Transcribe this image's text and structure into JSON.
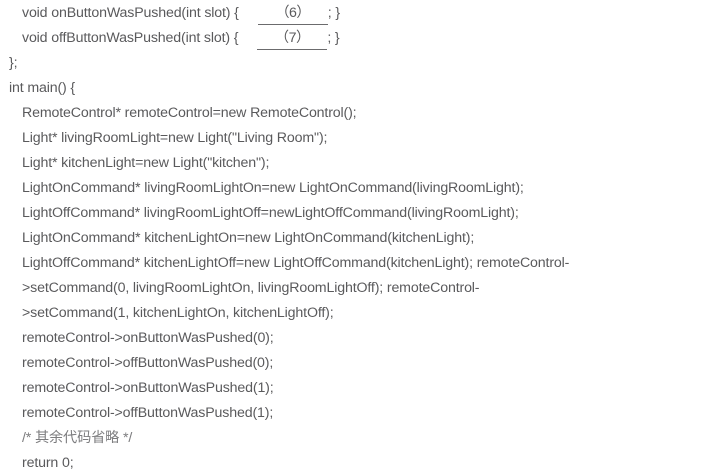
{
  "document": {
    "title": "Command Pattern C++ Code Exercise",
    "language": "cpp",
    "text_color": "#5a5a5c",
    "background_color": "#ffffff",
    "blank_rule_color": "#6b6b6d"
  },
  "lines": [
    {
      "id": "l1",
      "indent": 1,
      "before": "void onButtonWasPushed(int slot) {     ",
      "blank": "（6）",
      "after": "; }"
    },
    {
      "id": "l2",
      "indent": 1,
      "before": "void offButtonWasPushed(int slot) {     ",
      "blank": "（7）",
      "after": "; }"
    },
    {
      "id": "l3",
      "indent": 0,
      "text": "};"
    },
    {
      "id": "l4",
      "indent": 0,
      "text": "int main() {"
    },
    {
      "id": "l5",
      "indent": 1,
      "text": "RemoteControl* remoteControl=new RemoteControl();"
    },
    {
      "id": "l6",
      "indent": 1,
      "text": "Light* livingRoomLight=new Light(\"Living Room\");"
    },
    {
      "id": "l7",
      "indent": 1,
      "text": "Light* kitchenLight=new Light(\"kitchen\");"
    },
    {
      "id": "l8",
      "indent": 1,
      "text": "LightOnCommand* livingRoomLightOn=new LightOnCommand(livingRoomLight);"
    },
    {
      "id": "l9",
      "indent": 1,
      "text": "LightOffCommand* livingRoomLightOff=newLightOffCommand(livingRoomLight);"
    },
    {
      "id": "l10",
      "indent": 1,
      "text": "LightOnCommand* kitchenLightOn=new LightOnCommand(kitchenLight);"
    },
    {
      "id": "l11",
      "indent": 1,
      "text": "LightOffCommand* kitchenLightOff=new LightOffCommand(kitchenLight); remoteControl-"
    },
    {
      "id": "l12",
      "indent": 1,
      "text": ">setCommand(0, livingRoomLightOn, livingRoomLightOff); remoteControl-"
    },
    {
      "id": "l13",
      "indent": 1,
      "text": ">setCommand(1, kitchenLightOn, kitchenLightOff);"
    },
    {
      "id": "l14",
      "indent": 1,
      "text": "remoteControl->onButtonWasPushed(0);"
    },
    {
      "id": "l15",
      "indent": 1,
      "text": "remoteControl->offButtonWasPushed(0);"
    },
    {
      "id": "l16",
      "indent": 1,
      "text": "remoteControl->onButtonWasPushed(1);"
    },
    {
      "id": "l17",
      "indent": 1,
      "text": "remoteControl->offButtonWasPushed(1);"
    },
    {
      "id": "l18",
      "indent": 1,
      "comment": true,
      "text": "/* 其余代码省略 */"
    },
    {
      "id": "l19",
      "indent": 1,
      "text": "return 0;"
    }
  ],
  "blanks": [
    {
      "number": "（6）",
      "line": "l1"
    },
    {
      "number": "（7）",
      "line": "l2"
    }
  ]
}
